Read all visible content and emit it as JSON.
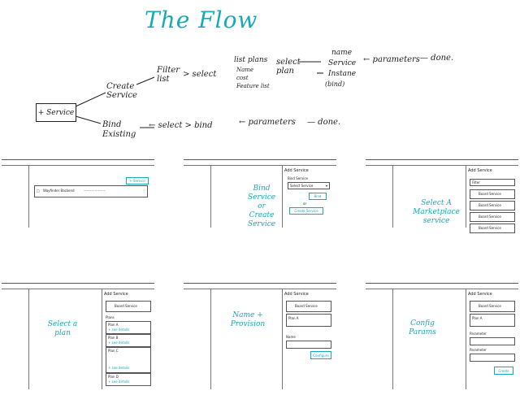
{
  "title": "The Flow",
  "flow": {
    "start": "+ Service",
    "create": {
      "label": "Create Service",
      "filter": "Filter list",
      "select1": "> select",
      "list_plans": "list plans",
      "list_items": [
        "Name",
        "cost",
        "Feature list"
      ],
      "select_plan": "select plan",
      "fields": [
        "name",
        "Service",
        "Instane",
        "(bind)"
      ],
      "arrow_params": "← parameters",
      "done": "— done."
    },
    "bind": {
      "label": "Bind Existing",
      "select": "← select > bind",
      "params": "← parameters",
      "done": "— done."
    }
  },
  "wireframes": [
    {
      "note": "",
      "add_btn": "+ Service",
      "row_text": "Wayfinder Backend",
      "row_meta": "~~~~~~~~"
    },
    {
      "note": "Bind Service or Create Service",
      "panel_title": "Add Service",
      "section": "Bind Service",
      "dropdown": "Select Service",
      "bind_btn": "Bind",
      "or": "or",
      "create_btn": "Create Service"
    },
    {
      "note": "Select A Marketplace service",
      "panel_title": "Add Service",
      "filter": "Filter",
      "item": "Board Service"
    },
    {
      "note": "Select a plan",
      "panel_title": "Add Service",
      "item": "Board Service",
      "plans_label": "Plans",
      "plans": [
        "Plan A",
        "Plan B",
        "Plan C",
        "Plan D"
      ],
      "plan_link": "+ see details"
    },
    {
      "note": "Name + Provision",
      "panel_title": "Add Service",
      "item": "Board Service",
      "plan": "Plan A",
      "name_label": "Name",
      "btn": "Configure"
    },
    {
      "note": "Config Params",
      "panel_title": "Add Service",
      "item": "Board Service",
      "plan": "Plan A",
      "param_label": "Parameter",
      "btn": "Create"
    }
  ]
}
